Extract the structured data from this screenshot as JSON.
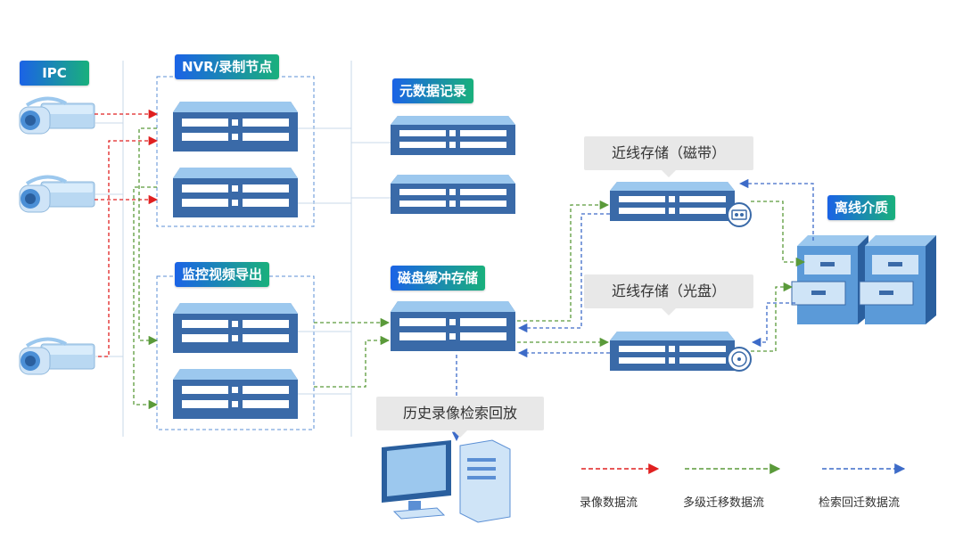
{
  "labels": {
    "ipc": "IPC",
    "nvr": "NVR/录制节点",
    "metadata": "元数据记录",
    "export": "监控视频导出",
    "disk_cache": "磁盘缓冲存储",
    "offline": "离线介质"
  },
  "callouts": {
    "tape": "近线存储（磁带）",
    "optical": "近线存储（光盘）",
    "playback": "历史录像检索回放"
  },
  "legend": [
    {
      "label": "录像数据流",
      "color": "#e02020"
    },
    {
      "label": "多级迁移数据流",
      "color": "#5a9a3a"
    },
    {
      "label": "检索回迁数据流",
      "color": "#3d6bc8"
    }
  ],
  "colors": {
    "record_flow": "#e02020",
    "migrate_flow": "#5a9a3a",
    "retrieve_flow": "#3d6bc8",
    "server_body": "#3a6aa8",
    "server_top": "#9cc8ee"
  },
  "icons": [
    "ip-camera-icon",
    "server-icon",
    "tape-icon",
    "optical-disc-icon",
    "file-cabinet-icon",
    "desktop-computer-icon"
  ]
}
